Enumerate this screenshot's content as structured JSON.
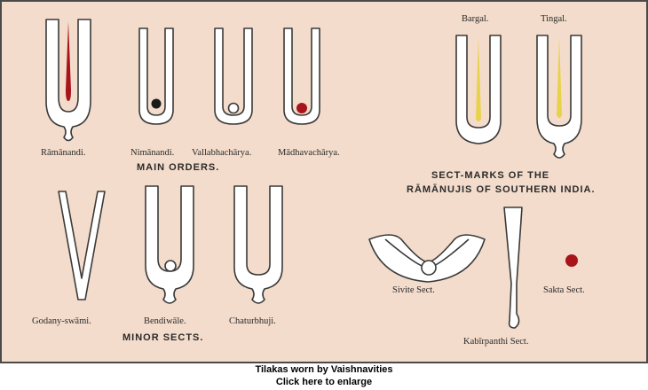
{
  "labels": {
    "ramanandi": "Rāmānandi.",
    "nimanandi": "Nimānandi.",
    "vallabhacharya": "Vallabhachārya.",
    "madhavacharya": "Mādhavachārya.",
    "bargal": "Bargal.",
    "tingal": "Tingal.",
    "godany_swami": "Godany-swāmi.",
    "bendiwale": "Bendiwāle.",
    "chaturbhuji": "Chaturbhuji.",
    "sivite_sect": "Sivite Sect.",
    "sakta_sect": "Sakta Sect.",
    "kabirpanthi_sect": "Kabīrpanthi Sect."
  },
  "headings": {
    "main_orders": "MAIN ORDERS.",
    "minor_sects": "MINOR SECTS.",
    "sect_marks_line1": "SECT-MARKS OF THE",
    "sect_marks_line2": "RĀMĀNUJIS OF SOUTHERN INDIA."
  },
  "caption": {
    "line1": "Tilakas worn by Vaishnavities",
    "line2": "Click here to enlarge"
  },
  "colors": {
    "background": "#f3dccb",
    "mark_red": "#a8141a",
    "mark_black": "#1a1a1a",
    "mark_yellow": "#e8d24a"
  }
}
